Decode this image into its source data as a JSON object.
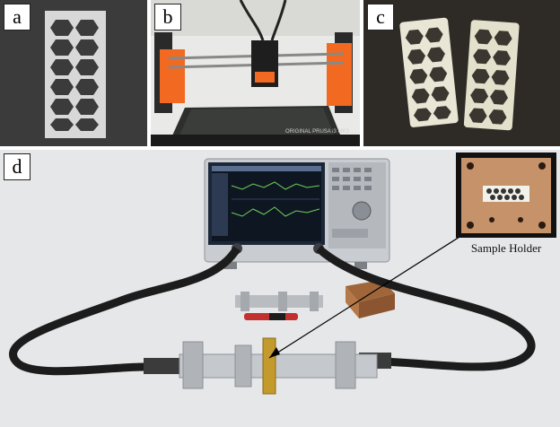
{
  "panels": {
    "a": {
      "label": "a",
      "description_icon": "hexagon-lattice-part-icon"
    },
    "b": {
      "label": "b",
      "printer_text": "ORIGINAL PRUSA i3 MK3"
    },
    "c": {
      "label": "c"
    },
    "d": {
      "label": "d",
      "inset_caption": "Sample Holder"
    }
  },
  "colors": {
    "printer_frame": "#f26a21",
    "printed_part": "#e9e6d6",
    "cable": "#1c1c1c",
    "brass": "#c49a2c",
    "holder_wood": "#b07a4a"
  }
}
